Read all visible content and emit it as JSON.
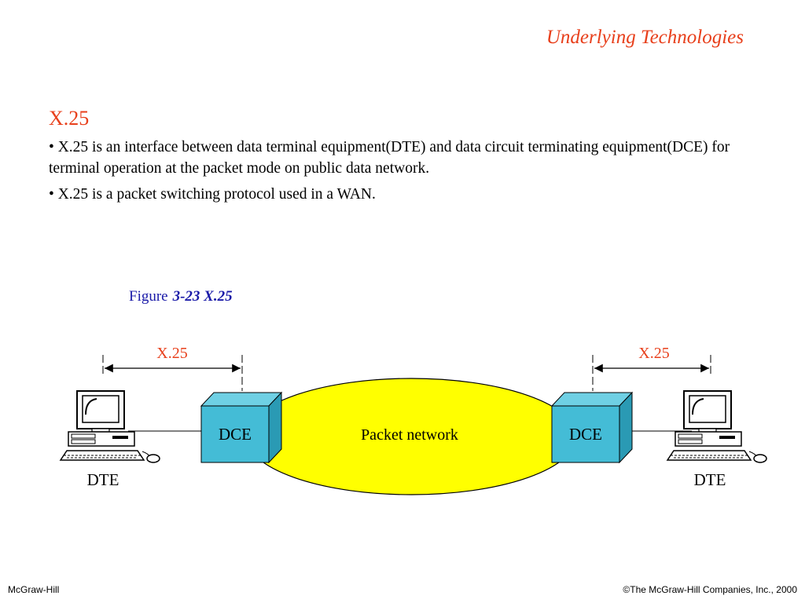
{
  "header": {
    "title": "Underlying Technologies"
  },
  "section": {
    "heading": "X.25",
    "bullets": [
      "•  X.25 is an interface between data terminal equipment(DTE) and data circuit terminating equipment(DCE) for terminal operation at the packet mode on public data network.",
      "• X.25 is a packet switching protocol used in a WAN."
    ]
  },
  "figure": {
    "caption_prefix": "Figure",
    "caption_number": "3-23 X.25",
    "labels": {
      "left_interface": "X.25",
      "right_interface": "X.25",
      "left_dce": "DCE",
      "right_dce": "DCE",
      "network": "Packet network",
      "left_dte": "DTE",
      "right_dte": "DTE"
    }
  },
  "footer": {
    "left": "McGraw-Hill",
    "right": "©The McGraw-Hill Companies, Inc., 2000"
  }
}
